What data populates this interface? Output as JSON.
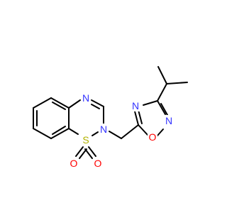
{
  "molecule": {
    "atoms": [
      {
        "id": "n_ring",
        "label": "N",
        "color": "#3333ff"
      },
      {
        "id": "n_linked",
        "label": "N",
        "color": "#3333ff"
      },
      {
        "id": "s_sulfonyl",
        "label": "S",
        "color": "#b2b200"
      },
      {
        "id": "o_sulfonyl_1",
        "label": "O",
        "color": "#ff0000"
      },
      {
        "id": "o_sulfonyl_2",
        "label": "O",
        "color": "#ff0000"
      },
      {
        "id": "n_oxadiazole_3",
        "label": "N",
        "color": "#3333ff"
      },
      {
        "id": "n_oxadiazole_2",
        "label": "N",
        "color": "#3333ff"
      },
      {
        "id": "o_oxadiazole_1",
        "label": "O",
        "color": "#ff0000"
      }
    ]
  }
}
